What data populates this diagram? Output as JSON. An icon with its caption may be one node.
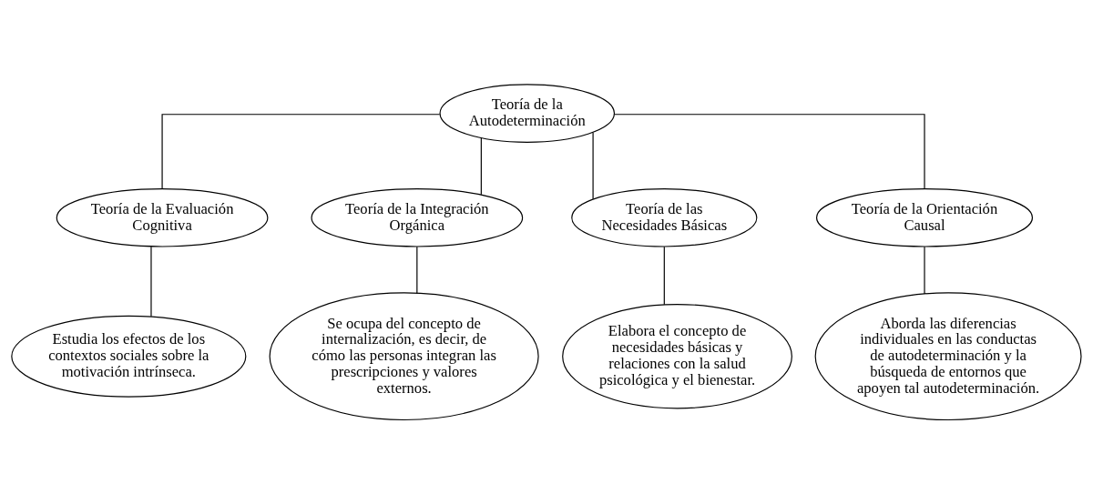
{
  "diagram": {
    "nodes": [
      {
        "text": [
          "Teoría de la Autodeterminación"
        ]
      },
      {
        "text": [
          "Teoría de la Evaluación Cognitiva"
        ]
      },
      {
        "text": [
          "Teoría de la Integración Orgánica"
        ]
      },
      {
        "text": [
          "Teoría de las Necesidades Básicas"
        ]
      },
      {
        "text": [
          "Teoría de la Orientación Causal"
        ]
      },
      {
        "text": [
          "Estudia los efectos de los contextos sociales sobre la motivación intrínseca."
        ]
      },
      {
        "text": [
          "Se ocupa del concepto de internalización, es decir, de cómo las personas integran las prescripciones y valores externos."
        ]
      },
      {
        "text": [
          "Elabora el concepto de necesidades básicas y relaciones con la salud psicológica y el bienestar."
        ]
      },
      {
        "text": [
          "Aborda las diferencias individuales en las conductas de autodeterminación y la búsqueda de entornos que apoyen tal autodeterminación."
        ]
      }
    ],
    "edges": [
      {
        "from": 0,
        "to": 1,
        "arrow": "none"
      },
      {
        "from": 0,
        "to": 2,
        "arrow": "none"
      },
      {
        "from": 0,
        "to": 3,
        "arrow": "none"
      },
      {
        "from": 0,
        "to": 4,
        "arrow": "none"
      },
      {
        "from": 1,
        "to": 5,
        "arrow": "none"
      },
      {
        "from": 2,
        "to": 6,
        "arrow": "none"
      },
      {
        "from": 3,
        "to": 7,
        "arrow": "none"
      },
      {
        "from": 4,
        "to": 8,
        "arrow": "none"
      }
    ]
  }
}
